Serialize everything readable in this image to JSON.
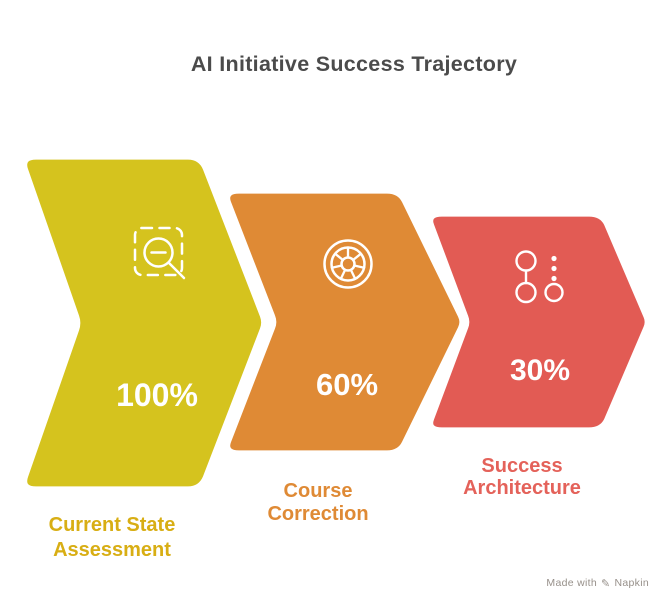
{
  "title": "AI Initiative Success Trajectory",
  "colors": {
    "title_text": "#4b4b4b",
    "percent_text": "#ffffff",
    "outline": "#ffffff",
    "watermark_text": "#97908a",
    "background": "#ffffff"
  },
  "stages": [
    {
      "name": "Current State Assessment",
      "label_line1": "Current State",
      "label_line2": "Assessment",
      "percent": "100%",
      "icon": "magnifier-zoom-out-icon",
      "fill": "#d5c31e",
      "label_color": "#d8ae14"
    },
    {
      "name": "Course Correction",
      "label_line1": "Course",
      "label_line2": "Correction",
      "percent": "60%",
      "icon": "wheel-icon",
      "fill": "#df8a35",
      "label_color": "#df8a35"
    },
    {
      "name": "Success Architecture",
      "label_line1": "Success",
      "label_line2": "Architecture",
      "percent": "30%",
      "icon": "connected-nodes-icon",
      "fill": "#e25b54",
      "label_color": "#e4625a"
    }
  ],
  "watermark": {
    "prefix": "Made with",
    "pen_glyph": "✎",
    "suffix": "Napkin"
  }
}
